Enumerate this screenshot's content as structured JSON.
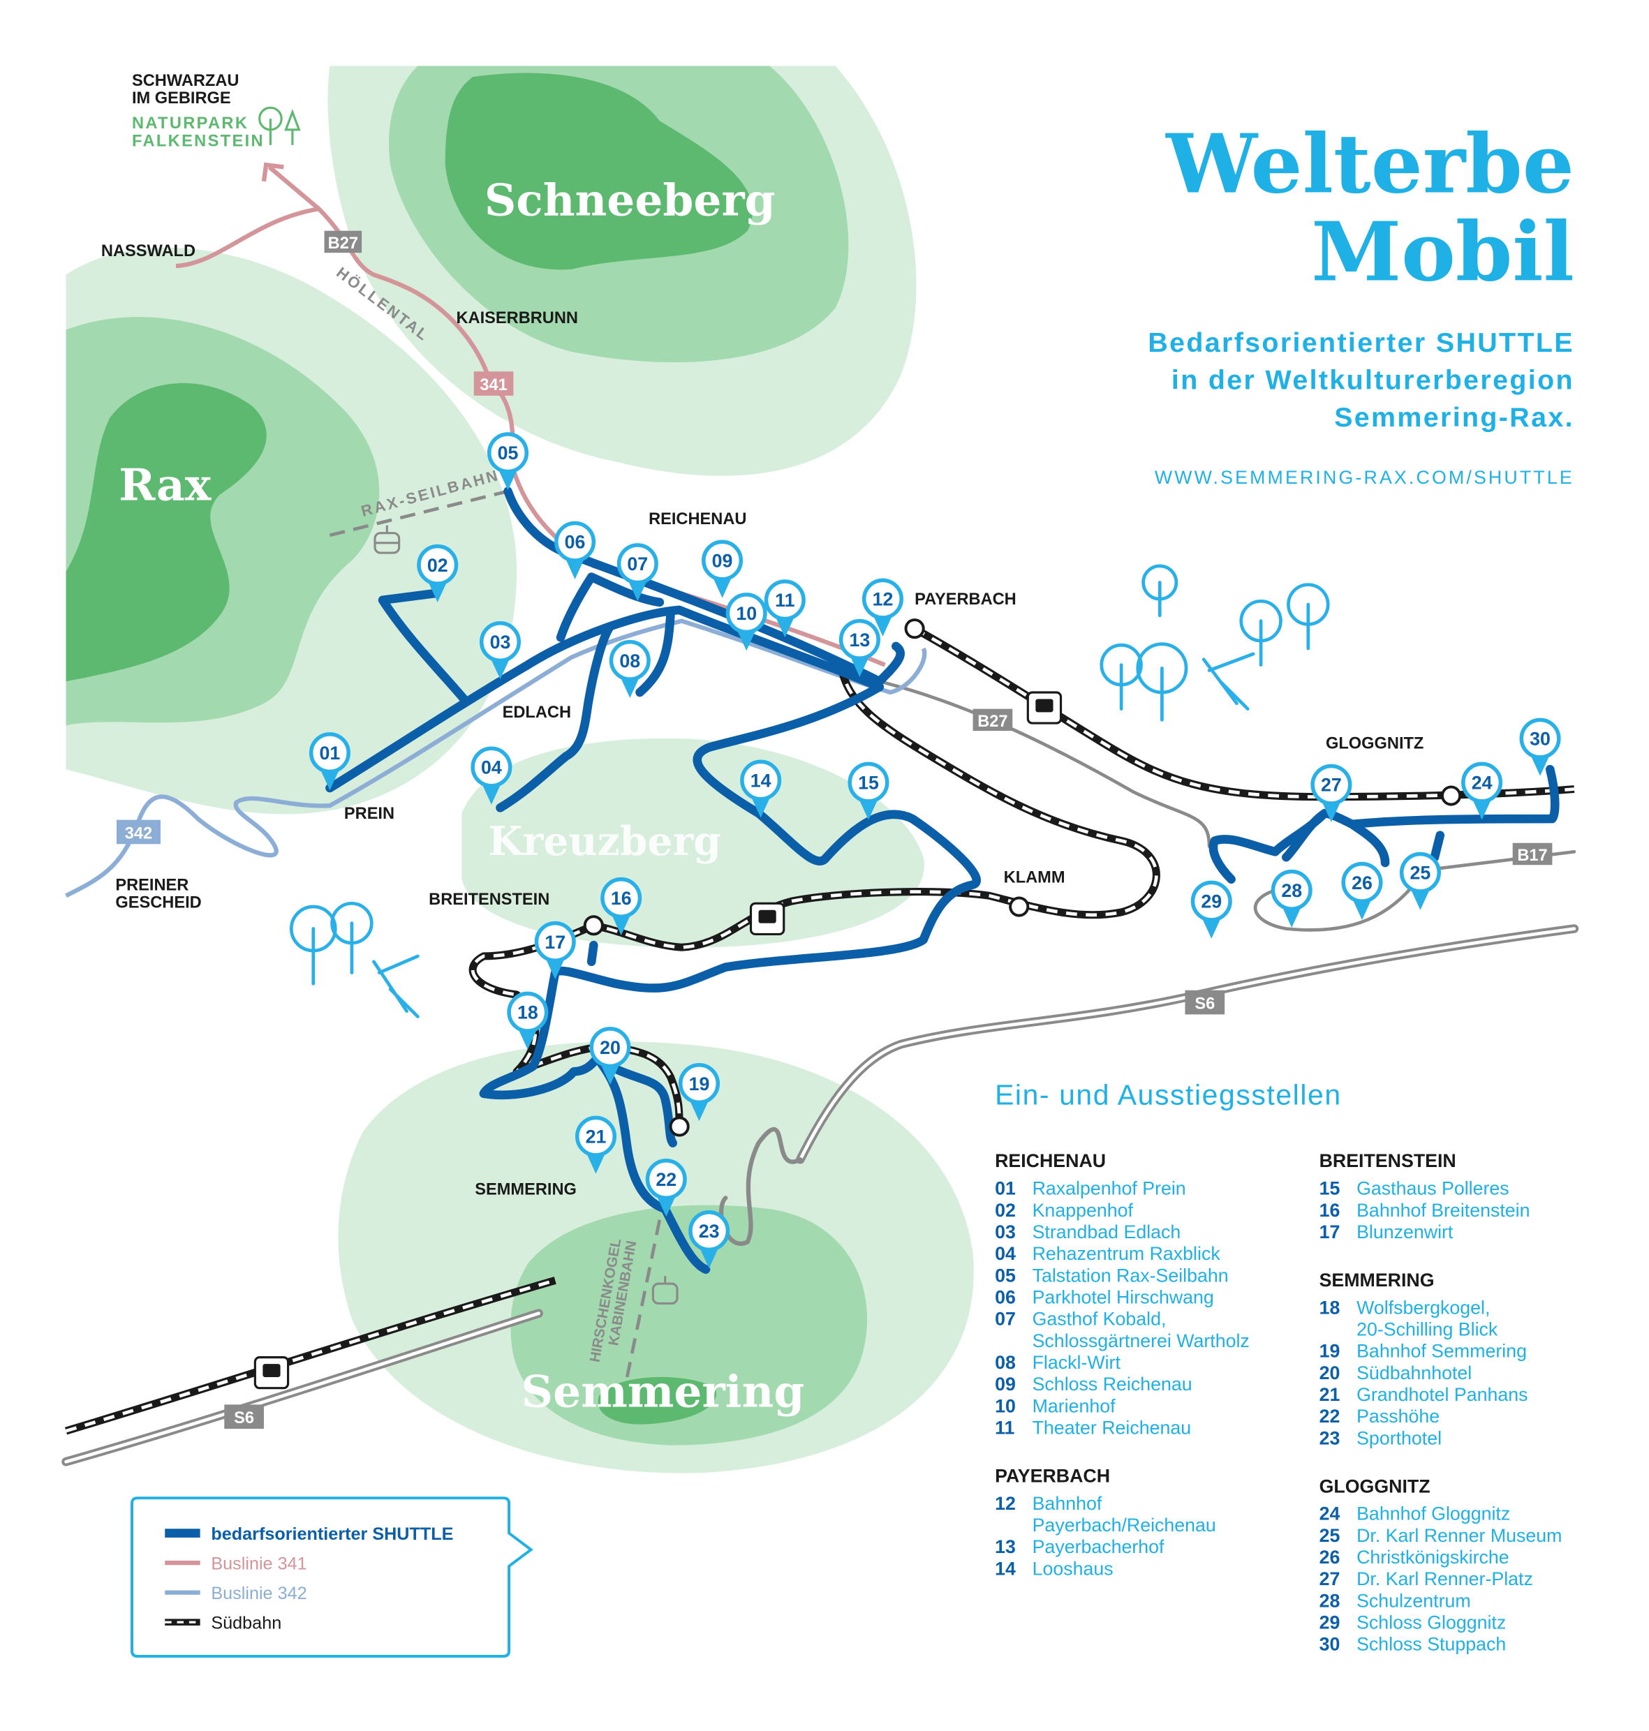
{
  "title": {
    "line1": "Welterbe",
    "line2": "Mobil"
  },
  "subtitle": {
    "line1": "Bedarfsorientierter SHUTTLE",
    "line2": "in der Weltkulturerberegion",
    "line3": "Semmering-Rax."
  },
  "url": "WWW.SEMMERING-RAX.COM/SHUTTLE",
  "colors": {
    "accent": "#1fb0e6",
    "shuttle": "#0b5ea8",
    "bus341": "#d4959a",
    "bus342": "#8caed6",
    "green_dark": "#5cb96f",
    "green_mid": "#a3d9ae",
    "green_light": "#d6eedb",
    "road_gray": "#8a8a8a"
  },
  "map": {
    "mountains": {
      "schneeberg": "Schneeberg",
      "rax": "Rax",
      "kreuzberg": "Kreuzberg",
      "semmering": "Semmering"
    },
    "places": {
      "schwarzau1": "SCHWARZAU",
      "schwarzau2": "IM GEBIRGE",
      "naturpark1": "NATURPARK",
      "naturpark2": "FALKENSTEIN",
      "nasswald": "NASSWALD",
      "kaiserbrunn": "KAISERBRUNN",
      "hoellental": "HÖLLENTAL",
      "reichenau": "REICHENAU",
      "payerbach": "PAYERBACH",
      "edlach": "EDLACH",
      "prein": "PREIN",
      "preiner1": "PREINER",
      "preiner2": "GESCHEID",
      "breitenstein": "BREITENSTEIN",
      "klamm": "KLAMM",
      "gloggnitz": "GLOGGNITZ",
      "semmering": "SEMMERING",
      "rax_seilbahn": "RAX-SEILBAHN",
      "kabinenbahn1": "HIRSCHENKOGEL",
      "kabinenbahn2": "KABINENBAHN"
    },
    "road_badges": {
      "b27_top": "B27",
      "l341": "341",
      "l342": "342",
      "b27_mid": "B27",
      "b17": "B17",
      "s6_right": "S6",
      "s6_left": "S6"
    },
    "pins": [
      "01",
      "02",
      "03",
      "04",
      "05",
      "06",
      "07",
      "08",
      "09",
      "10",
      "11",
      "12",
      "13",
      "14",
      "15",
      "16",
      "17",
      "18",
      "19",
      "20",
      "21",
      "22",
      "23",
      "24",
      "25",
      "26",
      "27",
      "28",
      "29",
      "30"
    ]
  },
  "stops_title": "Ein- und Ausstiegsstellen",
  "stops": [
    {
      "region": "REICHENAU",
      "items": [
        {
          "num": "01",
          "name": [
            "Raxalpenhof Prein"
          ]
        },
        {
          "num": "02",
          "name": [
            "Knappenhof"
          ]
        },
        {
          "num": "03",
          "name": [
            "Strandbad Edlach"
          ]
        },
        {
          "num": "04",
          "name": [
            "Rehazentrum Raxblick"
          ]
        },
        {
          "num": "05",
          "name": [
            "Talstation Rax-Seilbahn"
          ]
        },
        {
          "num": "06",
          "name": [
            "Parkhotel Hirschwang"
          ]
        },
        {
          "num": "07",
          "name": [
            "Gasthof Kobald,",
            "Schlossgärtnerei Wartholz"
          ]
        },
        {
          "num": "08",
          "name": [
            "Flackl-Wirt"
          ]
        },
        {
          "num": "09",
          "name": [
            "Schloss Reichenau"
          ]
        },
        {
          "num": "10",
          "name": [
            "Marienhof"
          ]
        },
        {
          "num": "11",
          "name": [
            "Theater Reichenau"
          ]
        }
      ]
    },
    {
      "region": "PAYERBACH",
      "items": [
        {
          "num": "12",
          "name": [
            "Bahnhof",
            "Payerbach/Reichenau"
          ]
        },
        {
          "num": "13",
          "name": [
            "Payerbacherhof"
          ]
        },
        {
          "num": "14",
          "name": [
            "Looshaus"
          ]
        }
      ]
    },
    {
      "region": "BREITENSTEIN",
      "items": [
        {
          "num": "15",
          "name": [
            "Gasthaus Polleres"
          ]
        },
        {
          "num": "16",
          "name": [
            "Bahnhof Breitenstein"
          ]
        },
        {
          "num": "17",
          "name": [
            "Blunzenwirt"
          ]
        }
      ]
    },
    {
      "region": "SEMMERING",
      "items": [
        {
          "num": "18",
          "name": [
            "Wolfsbergkogel,",
            "20-Schilling Blick"
          ]
        },
        {
          "num": "19",
          "name": [
            "Bahnhof Semmering"
          ]
        },
        {
          "num": "20",
          "name": [
            "Südbahnhotel"
          ]
        },
        {
          "num": "21",
          "name": [
            "Grandhotel Panhans"
          ]
        },
        {
          "num": "22",
          "name": [
            "Passhöhe"
          ]
        },
        {
          "num": "23",
          "name": [
            "Sporthotel"
          ]
        }
      ]
    },
    {
      "region": "GLOGGNITZ",
      "items": [
        {
          "num": "24",
          "name": [
            "Bahnhof Gloggnitz"
          ]
        },
        {
          "num": "25",
          "name": [
            "Dr. Karl Renner Museum"
          ]
        },
        {
          "num": "26",
          "name": [
            "Christkönigskirche"
          ]
        },
        {
          "num": "27",
          "name": [
            "Dr. Karl Renner-Platz"
          ]
        },
        {
          "num": "28",
          "name": [
            "Schulzentrum"
          ]
        },
        {
          "num": "29",
          "name": [
            "Schloss Gloggnitz"
          ]
        },
        {
          "num": "30",
          "name": [
            "Schloss Stuppach"
          ]
        }
      ]
    }
  ],
  "legend": {
    "shuttle": "bedarfsorientierter SHUTTLE",
    "bus341": "Buslinie 341",
    "bus342": "Buslinie 342",
    "rail": "Südbahn"
  }
}
